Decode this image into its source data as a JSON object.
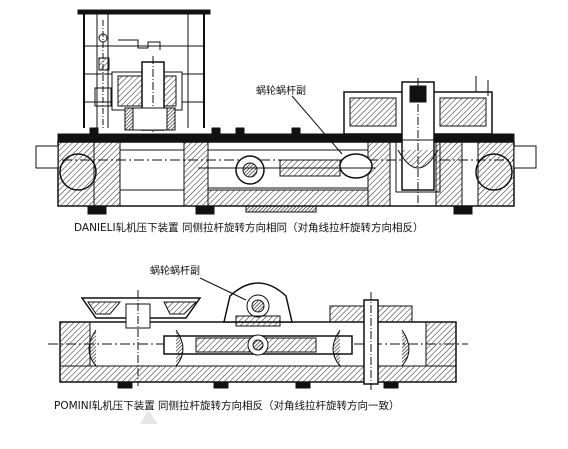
{
  "top_figure": {
    "callout": "蜗轮蜗杆副",
    "caption": "DANIELI轧机压下装置 同侧拉杆旋转方向相同（对角线拉杆旋转方向相反）"
  },
  "bottom_figure": {
    "callout": "蜗轮蜗杆副",
    "caption": "POMINI轧机压下装置 同侧拉杆旋转方向相反（对角线拉杆旋转方向一致）"
  }
}
